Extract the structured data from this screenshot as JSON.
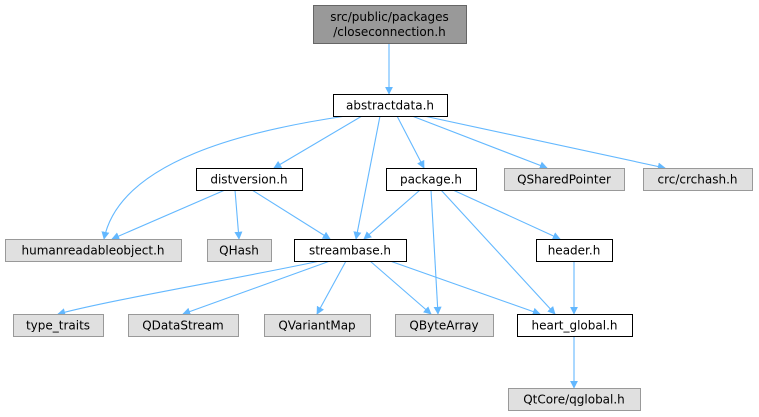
{
  "colors": {
    "edge": "#63b8ff",
    "root_fill": "#999999",
    "root_stroke": "#666666",
    "node_fill": "#ffffff",
    "node_stroke": "#000000",
    "external_fill": "#e0e0e0",
    "external_stroke": "#999999"
  },
  "nodes": {
    "root": {
      "lines": [
        "src/public/packages",
        "/closeconnection.h"
      ],
      "kind": "root"
    },
    "abstractdata": {
      "lines": [
        "abstractdata.h"
      ],
      "kind": "file"
    },
    "distversion": {
      "lines": [
        "distversion.h"
      ],
      "kind": "file"
    },
    "package": {
      "lines": [
        "package.h"
      ],
      "kind": "file"
    },
    "qsharedpointer": {
      "lines": [
        "QSharedPointer"
      ],
      "kind": "external"
    },
    "crchash": {
      "lines": [
        "crc/crchash.h"
      ],
      "kind": "external"
    },
    "humanreadable": {
      "lines": [
        "humanreadableobject.h"
      ],
      "kind": "external"
    },
    "qhash": {
      "lines": [
        "QHash"
      ],
      "kind": "external"
    },
    "streambase": {
      "lines": [
        "streambase.h"
      ],
      "kind": "file"
    },
    "header": {
      "lines": [
        "header.h"
      ],
      "kind": "file"
    },
    "typetraits": {
      "lines": [
        "type_traits"
      ],
      "kind": "external"
    },
    "qdatastream": {
      "lines": [
        "QDataStream"
      ],
      "kind": "external"
    },
    "qvariantmap": {
      "lines": [
        "QVariantMap"
      ],
      "kind": "external"
    },
    "qbytearray": {
      "lines": [
        "QByteArray"
      ],
      "kind": "external"
    },
    "heartglobal": {
      "lines": [
        "heart_global.h"
      ],
      "kind": "file"
    },
    "qglobal": {
      "lines": [
        "QtCore/qglobal.h"
      ],
      "kind": "external"
    }
  },
  "edges": [
    [
      "root",
      "abstractdata"
    ],
    [
      "abstractdata",
      "humanreadable"
    ],
    [
      "abstractdata",
      "distversion"
    ],
    [
      "abstractdata",
      "streambase"
    ],
    [
      "abstractdata",
      "package"
    ],
    [
      "abstractdata",
      "qsharedpointer"
    ],
    [
      "abstractdata",
      "crchash"
    ],
    [
      "distversion",
      "humanreadable"
    ],
    [
      "distversion",
      "qhash"
    ],
    [
      "distversion",
      "streambase"
    ],
    [
      "package",
      "streambase"
    ],
    [
      "package",
      "qbytearray"
    ],
    [
      "package",
      "heartglobal"
    ],
    [
      "package",
      "header"
    ],
    [
      "streambase",
      "typetraits"
    ],
    [
      "streambase",
      "qdatastream"
    ],
    [
      "streambase",
      "qvariantmap"
    ],
    [
      "streambase",
      "qbytearray"
    ],
    [
      "streambase",
      "heartglobal"
    ],
    [
      "header",
      "heartglobal"
    ],
    [
      "heartglobal",
      "qglobal"
    ]
  ]
}
